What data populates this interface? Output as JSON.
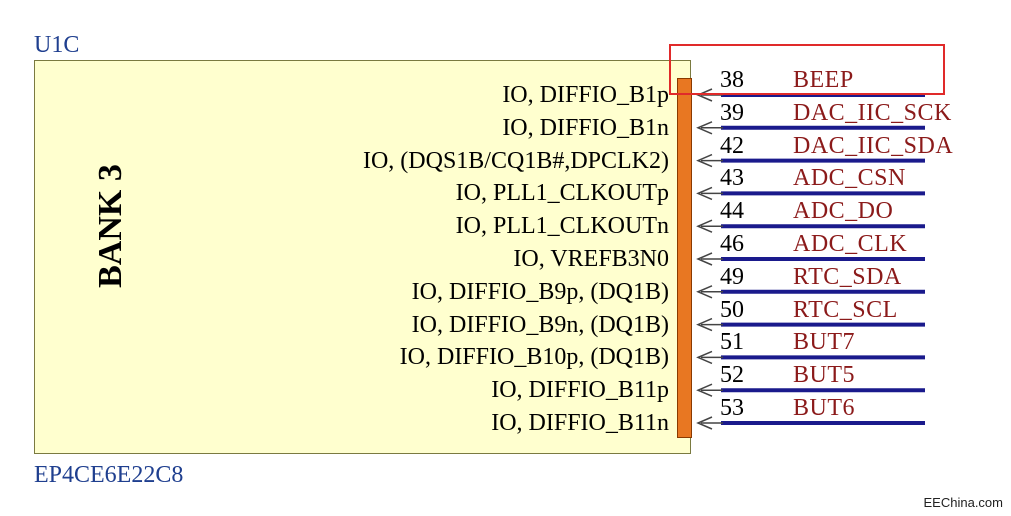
{
  "component": {
    "designator": "U1C",
    "part_number": "EP4CE6E22C8",
    "bank_label": "BANK 3"
  },
  "pins": [
    {
      "function": "IO, DIFFIO_B1p",
      "number": "38",
      "net": "BEEP"
    },
    {
      "function": "IO, DIFFIO_B1n",
      "number": "39",
      "net": "DAC_IIC_SCK"
    },
    {
      "function": "IO, (DQS1B/CQ1B#,DPCLK2)",
      "number": "42",
      "net": "DAC_IIC_SDA"
    },
    {
      "function": "IO, PLL1_CLKOUTp",
      "number": "43",
      "net": "ADC_CSN"
    },
    {
      "function": "IO, PLL1_CLKOUTn",
      "number": "44",
      "net": "ADC_DO"
    },
    {
      "function": "IO, VREFB3N0",
      "number": "46",
      "net": "ADC_CLK"
    },
    {
      "function": "IO, DIFFIO_B9p, (DQ1B)",
      "number": "49",
      "net": "RTC_SDA"
    },
    {
      "function": "IO, DIFFIO_B9n, (DQ1B)",
      "number": "50",
      "net": "RTC_SCL"
    },
    {
      "function": "IO, DIFFIO_B10p, (DQ1B)",
      "number": "51",
      "net": "BUT7"
    },
    {
      "function": "IO, DIFFIO_B11p",
      "number": "52",
      "net": "BUT5"
    },
    {
      "function": "IO, DIFFIO_B11n",
      "number": "53",
      "net": "BUT6"
    }
  ],
  "highlight": {
    "net": "BEEP",
    "color": "#e02a2a"
  },
  "colors": {
    "body_fill": "#ffffcf",
    "pin_bar": "#e87722",
    "wire": "#1a1a8c",
    "net_label": "#8b1a1a",
    "reference": "#1f3f8f"
  },
  "watermark": "EEChina.com"
}
